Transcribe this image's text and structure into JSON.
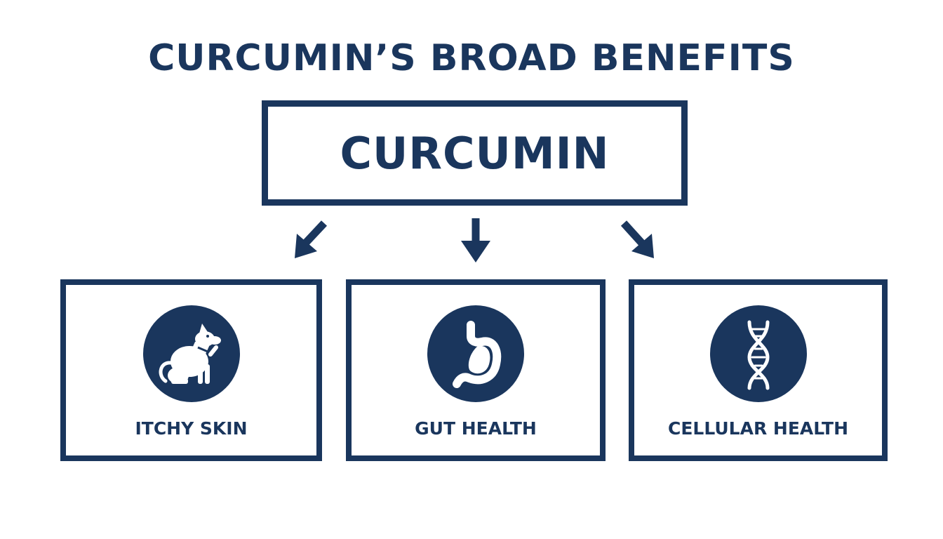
{
  "title": "CURCUMIN’S BROAD BENEFITS",
  "root": {
    "label": "CURCUMIN"
  },
  "benefits": [
    {
      "label": "ITCHY SKIN",
      "icon": "dog-scratching-icon"
    },
    {
      "label": "GUT HEALTH",
      "icon": "stomach-icon"
    },
    {
      "label": "CELLULAR HEALTH",
      "icon": "dna-icon"
    }
  ],
  "colors": {
    "primary": "#1a365d",
    "background": "#ffffff"
  }
}
